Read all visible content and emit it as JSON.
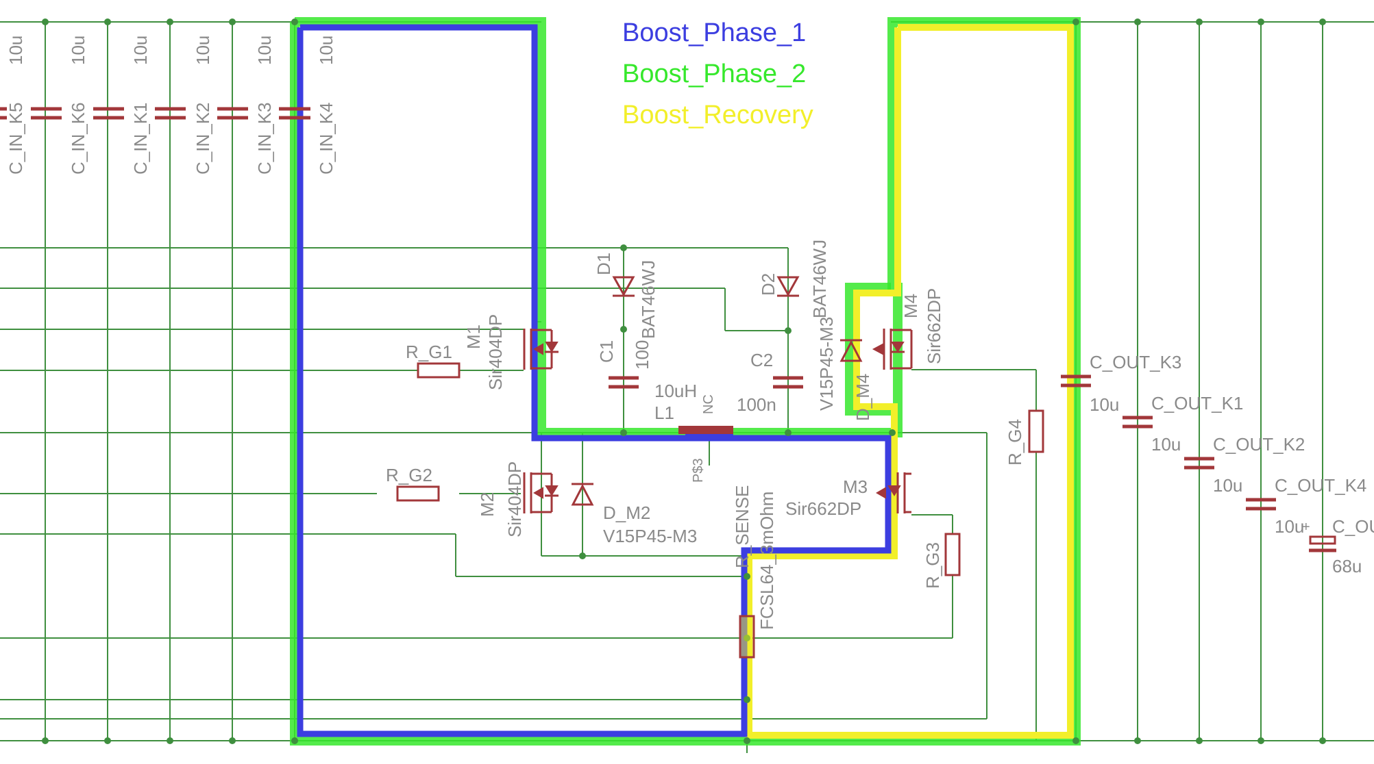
{
  "legend": {
    "phase1": {
      "label": "Boost_Phase_1",
      "color": "#3c3ee0"
    },
    "phase2": {
      "label": "Boost_Phase_2",
      "color": "#36e82c"
    },
    "recovery": {
      "label": "Boost_Recovery",
      "color": "#f2ef2a"
    }
  },
  "input_caps": [
    {
      "name": "C_IN_K5",
      "value": "10u"
    },
    {
      "name": "C_IN_K6",
      "value": "10u"
    },
    {
      "name": "C_IN_K1",
      "value": "10u"
    },
    {
      "name": "C_IN_K2",
      "value": "10u"
    },
    {
      "name": "C_IN_K3",
      "value": "10u"
    },
    {
      "name": "C_IN_K4",
      "value": "10u"
    }
  ],
  "output_caps": [
    {
      "name": "C_OUT_K3",
      "value": "10u"
    },
    {
      "name": "C_OUT_K1",
      "value": "10u"
    },
    {
      "name": "C_OUT_K2",
      "value": "10u"
    },
    {
      "name": "C_OUT_K4",
      "value": "10u"
    },
    {
      "name": "C_OU",
      "value": "68u"
    }
  ],
  "parts": {
    "d1": {
      "name": "D1",
      "value": "BAT46WJ"
    },
    "d2": {
      "name": "D2",
      "value": "BAT46WJ"
    },
    "c1": {
      "name": "C1",
      "value": "100"
    },
    "c2": {
      "name": "C2",
      "value": "100n"
    },
    "m1": {
      "name": "M1",
      "value": "Sir404DP"
    },
    "m2": {
      "name": "M2",
      "value": "Sir404DP"
    },
    "m3": {
      "name": "M3",
      "value": "Sir662DP"
    },
    "m4": {
      "name": "M4",
      "value": "Sir662DP"
    },
    "rg1": {
      "name": "R_G1"
    },
    "rg2": {
      "name": "R_G2"
    },
    "rg3": {
      "name": "R_G3"
    },
    "rg4": {
      "name": "R_G4"
    },
    "l1": {
      "name": "L1",
      "value": "10uH",
      "nc": "NC",
      "pin": "P$3"
    },
    "dm2": {
      "name": "D_M2",
      "value": "V15P45-M3"
    },
    "dm4": {
      "name": "D_M4",
      "value": "V15P45-M3"
    },
    "rsense": {
      "name": "R_SENSE",
      "value": "FCSL64_3mOhm"
    }
  }
}
